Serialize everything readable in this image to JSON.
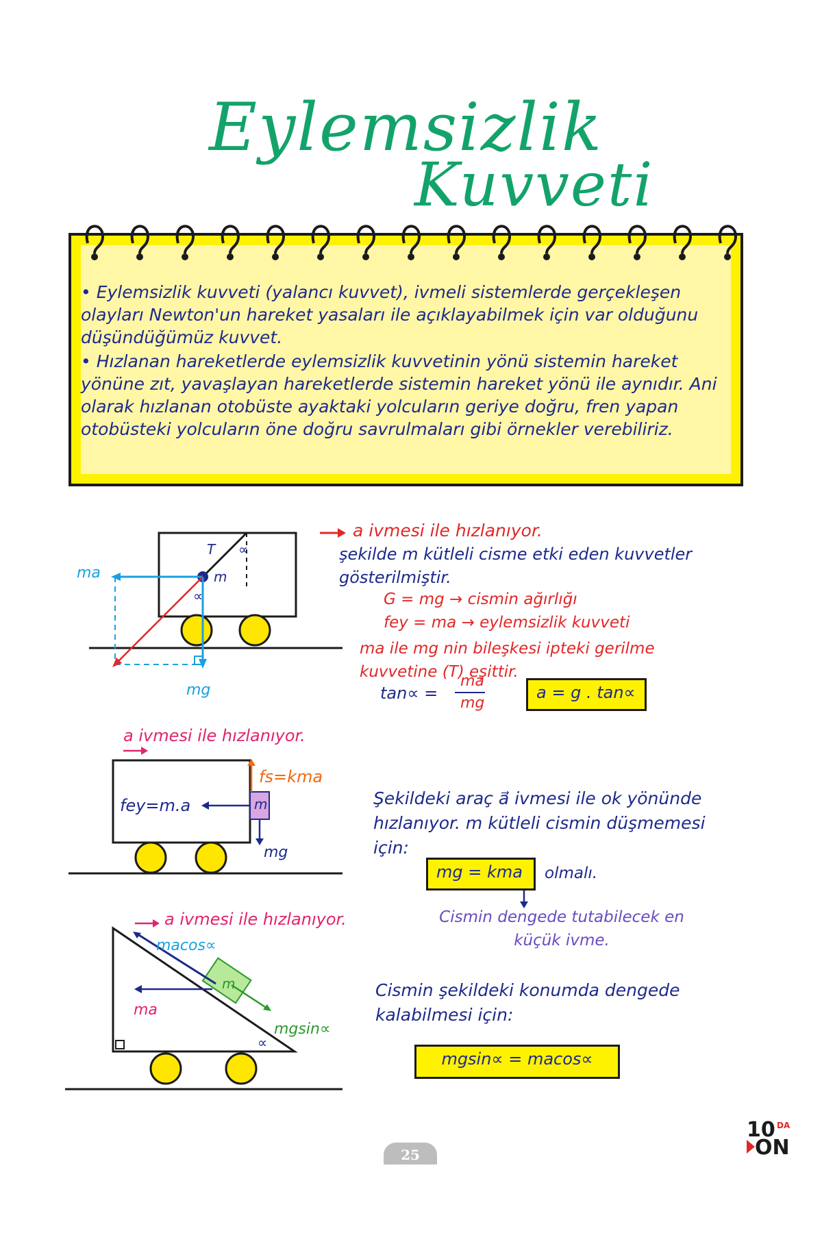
{
  "title": {
    "line1": "Eylemsizlik",
    "line2": "Kuvveti"
  },
  "note": {
    "p1": "• Eylemsizlik kuvveti (yalancı kuvvet), ivmeli sistemlerde gerçekleşen olayları Newton'un hareket yasaları ile açıklayabilmek için var olduğunu düşündüğümüz kuvvet.",
    "p2": "• Hızlanan hareketlerde eylemsizlik kuvvetinin yönü sistemin hareket yönüne zıt, yavaşlayan hareketlerde sistemin hareket yönü ile aynıdır. Ani olarak hızlanan otobüste ayaktaki yolcuların geriye doğru, fren yapan otobüsteki yolcuların öne doğru savrulmaları gibi örnekler verebiliriz."
  },
  "section1": {
    "heading": "a ivmesi ile hızlanıyor.",
    "text": "şekilde m kütleli cisme etki eden kuvvetler gösterilmiştir.",
    "g_def": "G = mg → cismin ağırlığı",
    "fey_def": "fey = ma → eylemsizlik kuvveti",
    "result": "ma ile mg nin bileşkesi ipteki gerilme kuvvetine (T) eşittir.",
    "tan_lhs": "tan∝ =",
    "tan_num": "ma",
    "tan_den": "mg",
    "boxed": "a = g . tan∝",
    "labels": {
      "ma": "ma",
      "mg": "mg",
      "T": "T",
      "m": "m",
      "alpha": "∝"
    }
  },
  "section2": {
    "heading": "a ivmesi ile hızlanıyor.",
    "fey": "fey=m.a",
    "fs": "fs=kma",
    "m": "m",
    "mg": "mg",
    "text": "Şekildeki araç a⃗ ivmesi ile ok yönünde hızlanıyor. m kütleli cismin düşmemesi için:",
    "boxed": "mg = kma",
    "boxed_suffix": "olmalı.",
    "note": "Cismin dengede tutabilecek en küçük ivme."
  },
  "section3": {
    "heading": "a ivmesi ile hızlanıyor.",
    "macos": "macos∝",
    "ma": "ma",
    "mgsin": "mgsin∝",
    "m": "m",
    "alpha": "∝",
    "text": "Cismin şekildeki konumda dengede kalabilmesi için:",
    "boxed": "mgsin∝ = macos∝"
  },
  "page_number": "25",
  "logo": {
    "top": "10",
    "small": "DA",
    "bottom": "ON"
  },
  "colors": {
    "title": "#13a36a",
    "note_bg": "#fff7a6",
    "highlight": "#fff200",
    "ink": "#1d2a8a",
    "red": "#e02828",
    "pink": "#e0246e",
    "cyan": "#1aa0e0",
    "wheel": "#ffe600"
  }
}
